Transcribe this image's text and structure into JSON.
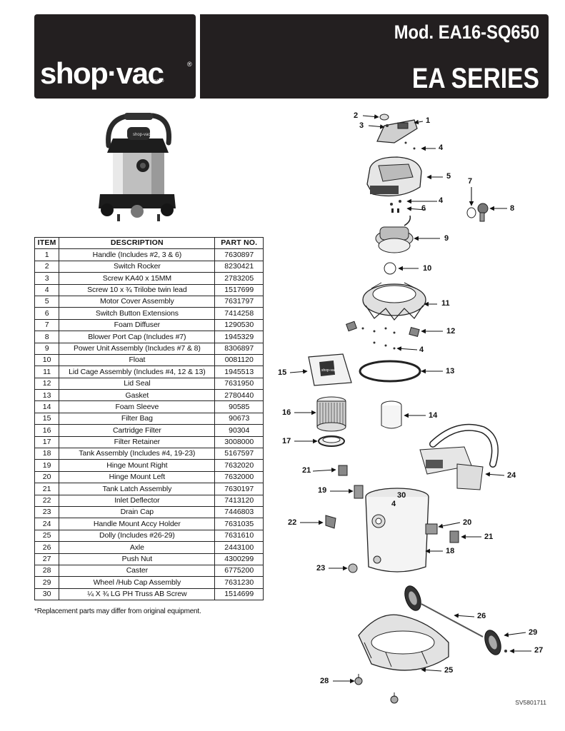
{
  "header": {
    "logo_text": "shop·vac",
    "logo_reg": "®",
    "logo_brand": "BRAND",
    "model": "Mod. EA16-SQ650",
    "series": "EA SERIES"
  },
  "table": {
    "headers": {
      "item": "ITEM",
      "description": "DESCRIPTION",
      "part_no": "PART NO."
    },
    "rows": [
      {
        "item": "1",
        "description": "Handle (Includes #2, 3 & 6)",
        "part_no": "7630897"
      },
      {
        "item": "2",
        "description": "Switch Rocker",
        "part_no": "8230421"
      },
      {
        "item": "3",
        "description": "Screw KA40 x 15MM",
        "part_no": "2783205"
      },
      {
        "item": "4",
        "description": "Screw 10 x ¾ Trilobe twin lead",
        "part_no": "1517699"
      },
      {
        "item": "5",
        "description": "Motor Cover Assembly",
        "part_no": "7631797"
      },
      {
        "item": "6",
        "description": "Switch Button Extensions",
        "part_no": "7414258"
      },
      {
        "item": "7",
        "description": "Foam Diffuser",
        "part_no": "1290530"
      },
      {
        "item": "8",
        "description": "Blower Port Cap (Includes #7)",
        "part_no": "1945329"
      },
      {
        "item": "9",
        "description": "Power Unit Assembly (Includes #7 & 8)",
        "part_no": "8306897"
      },
      {
        "item": "10",
        "description": "Float",
        "part_no": "0081120"
      },
      {
        "item": "11",
        "description": "Lid Cage Assembly (Includes #4, 12 & 13)",
        "part_no": "1945513"
      },
      {
        "item": "12",
        "description": "Lid Seal",
        "part_no": "7631950"
      },
      {
        "item": "13",
        "description": "Gasket",
        "part_no": "2780440"
      },
      {
        "item": "14",
        "description": "Foam Sleeve",
        "part_no": "90585"
      },
      {
        "item": "15",
        "description": "Filter Bag",
        "part_no": "90673"
      },
      {
        "item": "16",
        "description": "Cartridge Filter",
        "part_no": "90304"
      },
      {
        "item": "17",
        "description": "Filter Retainer",
        "part_no": "3008000"
      },
      {
        "item": "18",
        "description": "Tank Assembly (Includes #4, 19-23)",
        "part_no": "5167597"
      },
      {
        "item": "19",
        "description": "Hinge Mount Right",
        "part_no": "7632020"
      },
      {
        "item": "20",
        "description": "Hinge Mount Left",
        "part_no": "7632000"
      },
      {
        "item": "21",
        "description": "Tank Latch Assembly",
        "part_no": "7630197"
      },
      {
        "item": "22",
        "description": "Inlet Deflector",
        "part_no": "7413120"
      },
      {
        "item": "23",
        "description": "Drain Cap",
        "part_no": "7446803"
      },
      {
        "item": "24",
        "description": "Handle Mount Accy Holder",
        "part_no": "7631035"
      },
      {
        "item": "25",
        "description": "Dolly (Includes #26-29)",
        "part_no": "7631610"
      },
      {
        "item": "26",
        "description": "Axle",
        "part_no": "2443100"
      },
      {
        "item": "27",
        "description": "Push Nut",
        "part_no": "4300299"
      },
      {
        "item": "28",
        "description": "Caster",
        "part_no": "6775200"
      },
      {
        "item": "29",
        "description": "Wheel /Hub Cap Assembly",
        "part_no": "7631230"
      },
      {
        "item": "30",
        "description": "¼ X ¾ LG PH Truss AB Screw",
        "part_no": "1514699"
      }
    ]
  },
  "footnote": "*Replacement parts may differ from original equipment.",
  "diagram": {
    "callouts": {
      "c1": "1",
      "c2": "2",
      "c3": "3",
      "c4a": "4",
      "c5": "5",
      "c4b": "4",
      "c6": "6",
      "c7": "7",
      "c8": "8",
      "c9": "9",
      "c10": "10",
      "c11": "11",
      "c12": "12",
      "c4c": "4",
      "c15": "15",
      "c13": "13",
      "c16": "16",
      "c14": "14",
      "c17": "17",
      "c21a": "21",
      "c24": "24",
      "c19": "19",
      "c30": "30",
      "c4d": "4",
      "c22": "22",
      "c20": "20",
      "c21b": "21",
      "c18": "18",
      "c23": "23",
      "c26": "26",
      "c29": "29",
      "c27": "27",
      "c25": "25",
      "c28": "28"
    },
    "bag_label": "shop-vac"
  },
  "doc_code": "SV5801711"
}
